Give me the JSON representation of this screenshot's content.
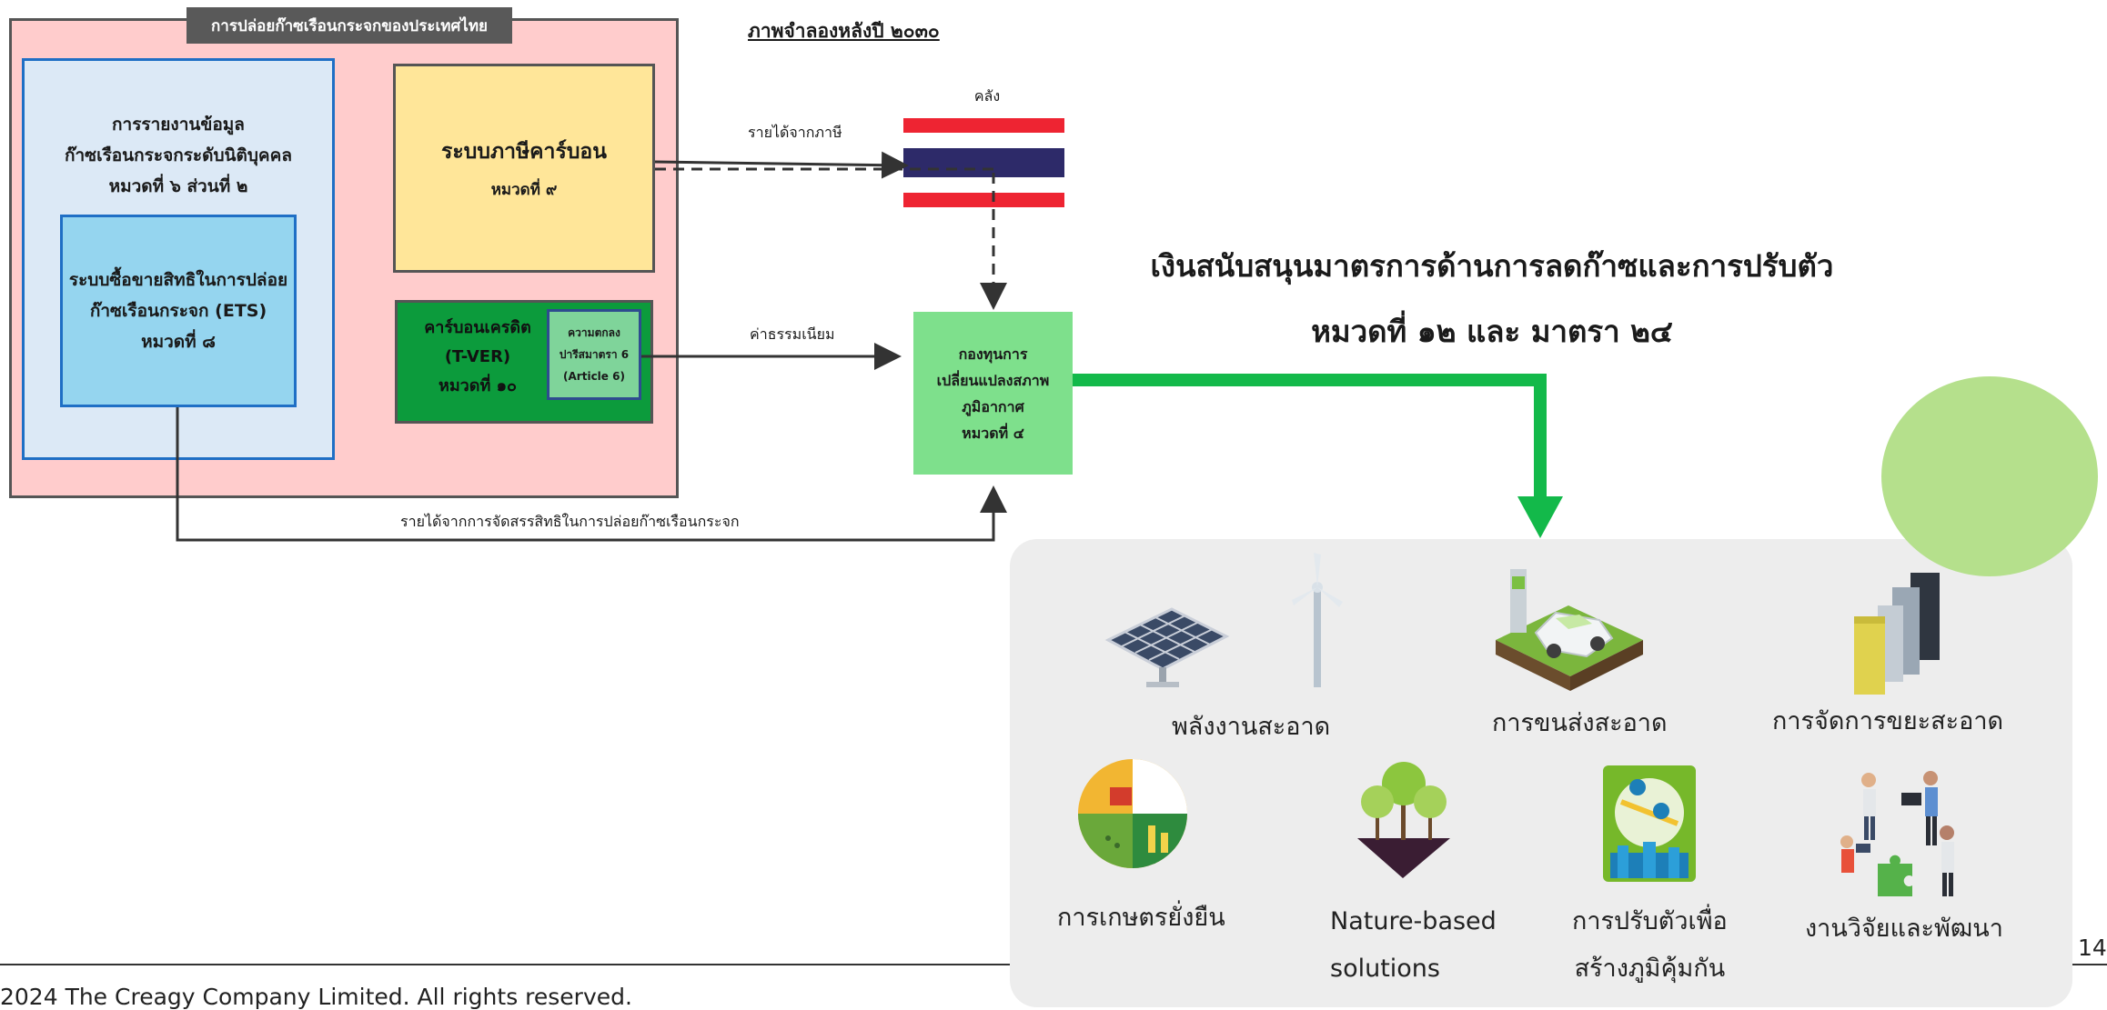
{
  "outer": {
    "title": "การปล่อยก๊าซเรือนกระจกของประเทศไทย",
    "report": {
      "line1": "การรายงานข้อมูล",
      "line2": "ก๊าซเรือนกระจกระดับนิติบุคคล",
      "line3": "หมวดที่ ๖ ส่วนที่ ๒"
    },
    "ets": {
      "line1": "ระบบซื้อขายสิทธิในการปล่อย",
      "line2": "ก๊าซเรือนกระจก (ETS)",
      "line3": "หมวดที่ ๘"
    },
    "tax": {
      "title": "ระบบภาษีคาร์บอน",
      "chapter": "หมวดที่ ๙"
    },
    "credit": {
      "line1": "คาร์บอนเครดิต",
      "line2": "(T-VER)",
      "line3": "หมวดที่ ๑๐"
    },
    "article": {
      "line1": "ความตกลง",
      "line2": "ปารีสมาตรา 6",
      "line3": "(Article 6)"
    }
  },
  "scenario_title": "ภาพจำลองหลังปี ๒๐๓๐",
  "treasury_label": "คลัง",
  "revenue_tax_label": "รายได้จากภาษี",
  "fee_label": "ค่าธรรมเนียม",
  "allocation_label": "รายได้จากการจัดสรรสิทธิในการปล่อยก๊าซเรือนกระจก",
  "fund": {
    "line1": "กองทุนการ",
    "line2": "เปลี่ยนแปลงสภาพ",
    "line3": "ภูมิอากาศ",
    "line4": "หมวดที่ ๔"
  },
  "support": {
    "line1": "เงินสนับสนุนมาตรการด้านการลดก๊าซและการปรับตัว",
    "line2": "หมวดที่ ๑๒ และ มาตรา ๒๔"
  },
  "categories": {
    "clean_energy": "พลังงานสะอาด",
    "clean_transport": "การขนส่งสะอาด",
    "waste": "การจัดการขยะสะอาด",
    "agriculture": "การเกษตรยั่งยืน",
    "nature_line1": "Nature-based",
    "nature_line2": "solutions",
    "adapt_line1": "การปรับตัวเพื่อ",
    "adapt_line2": "สร้างภูมิคุ้มกัน",
    "research": "งานวิจัยและพัฒนา"
  },
  "colors": {
    "outer_bg": "#ffcccc",
    "report_bg": "#dce9f6",
    "ets_bg": "#95d5ef",
    "tax_bg": "#ffe699",
    "credit_bg": "#0c9b3c",
    "fund_bg": "#7ee08c",
    "green_arrow": "#13b94a"
  },
  "icons": [
    "solar-panel-icon",
    "wind-turbine-icon",
    "ev-charging-icon",
    "waste-bins-icon",
    "agriculture-icon",
    "trees-icon",
    "city-adaptation-icon",
    "research-team-icon"
  ],
  "footer": {
    "copyright": "2024 The Creagy Company Limited. All rights reserved.",
    "page": "14"
  }
}
